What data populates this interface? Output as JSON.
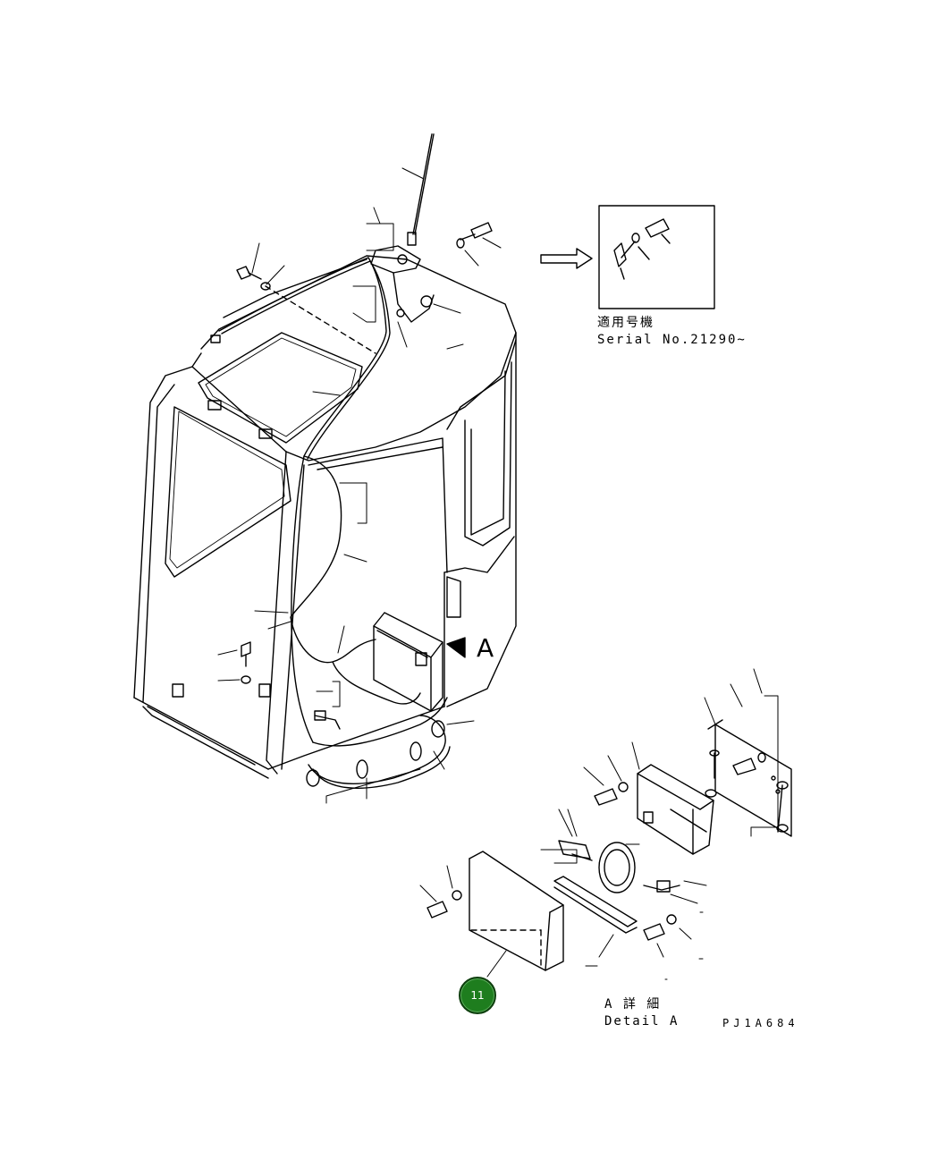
{
  "callouts": {
    "view_letter": "A"
  },
  "inset": {
    "applicability_label_jp": "適用号機",
    "serial_label": "Serial No.21290~"
  },
  "detail": {
    "title_jp": "A 詳 細",
    "title_en": "Detail A"
  },
  "drawing_code": "PJ1A684",
  "hotspot": {
    "number": "11",
    "color": "#1e7d1e"
  }
}
